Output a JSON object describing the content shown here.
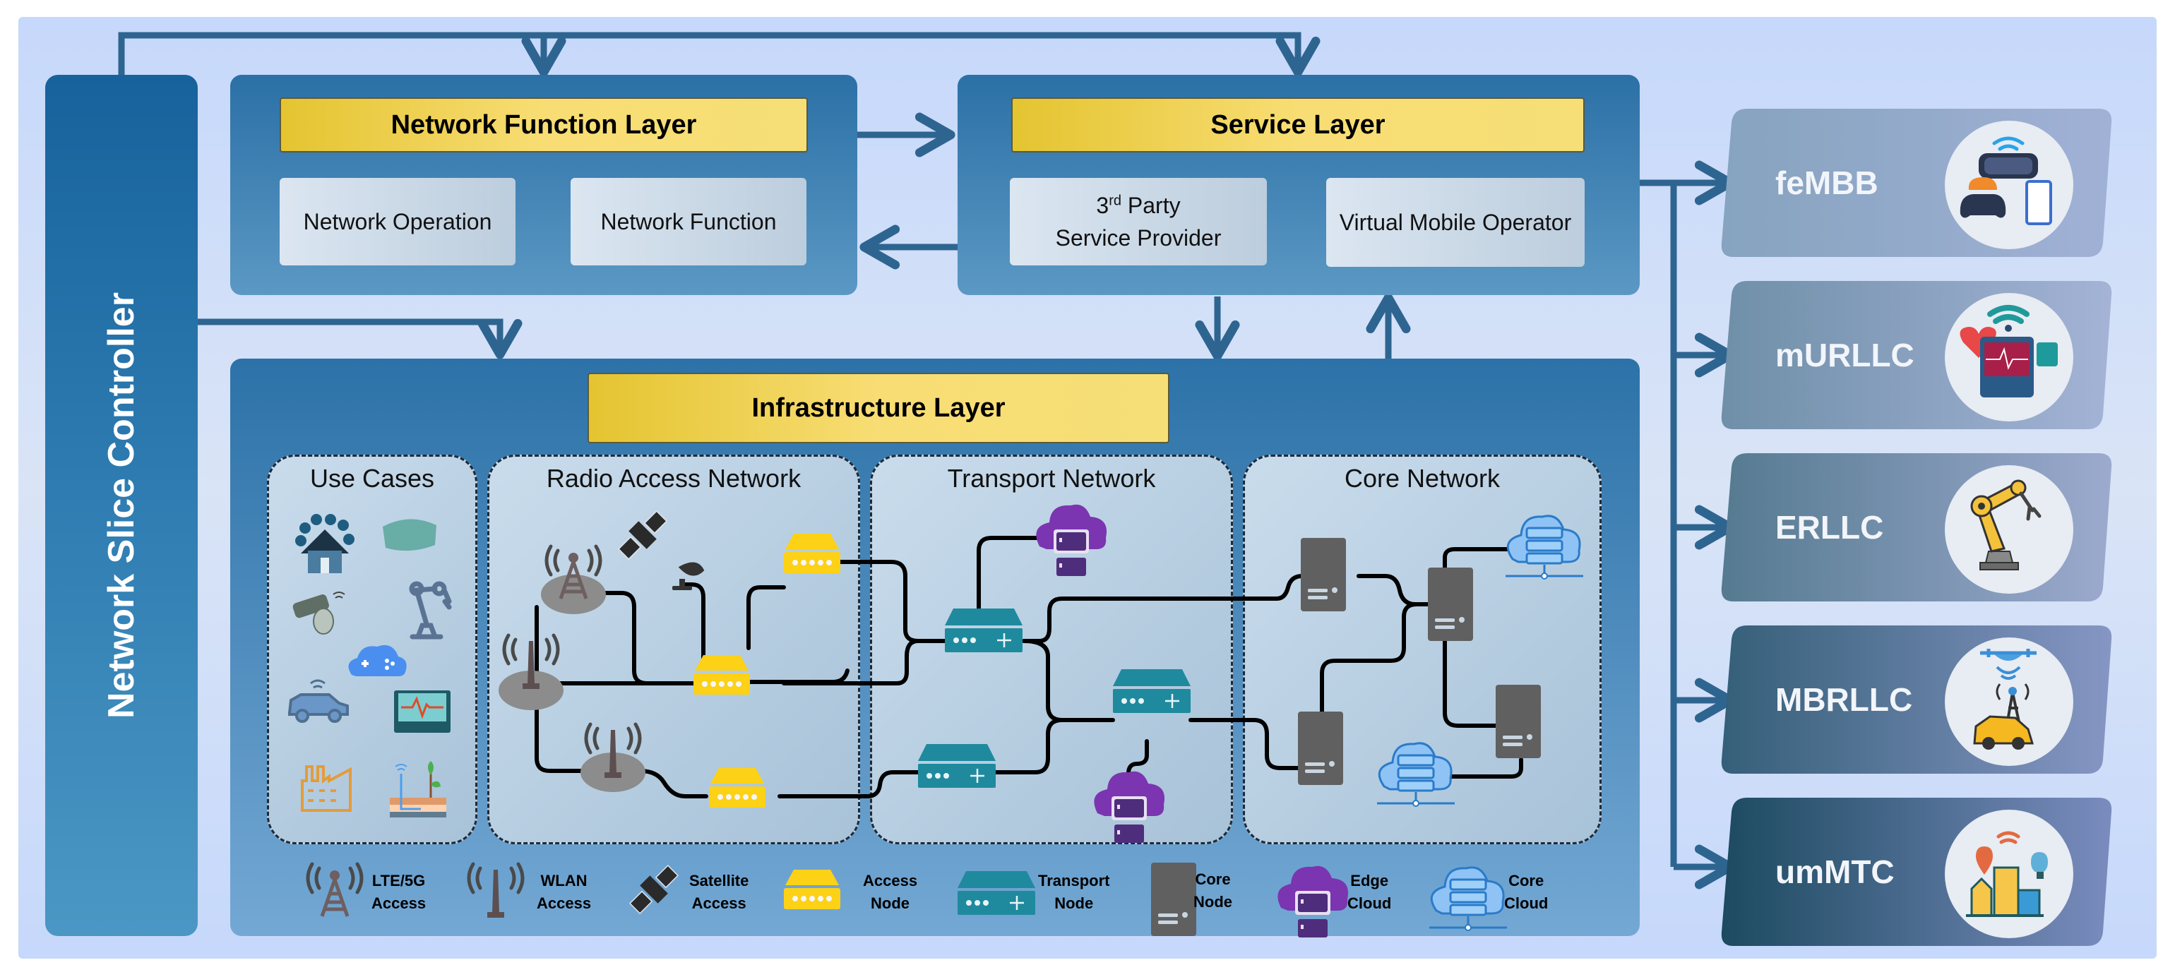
{
  "controller": {
    "label": "Network Slice Controller"
  },
  "network_function_layer": {
    "title": "Network Function Layer",
    "boxes": [
      {
        "label": "Network Operation"
      },
      {
        "label": "Network Function"
      }
    ]
  },
  "service_layer": {
    "title": "Service Layer",
    "boxes": [
      {
        "label_num": "3",
        "label_sup": "rd",
        "label_rest": " Party",
        "label_line2": "Service Provider"
      },
      {
        "label": "Virtual Mobile Operator"
      }
    ]
  },
  "infrastructure_layer": {
    "title": "Infrastructure Layer",
    "zones": [
      {
        "title": "Use Cases",
        "icons": [
          "smart-home-icon",
          "vr-headset-icon",
          "security-camera-icon",
          "robot-arm-icon",
          "cloud-gaming-icon",
          "connected-car-icon",
          "health-monitor-icon",
          "factory-icon",
          "smart-agriculture-icon"
        ]
      },
      {
        "title": "Radio Access Network"
      },
      {
        "title": "Transport Network"
      },
      {
        "title": "Core Network"
      }
    ]
  },
  "legend": [
    {
      "icon": "lte-5g-tower-icon",
      "line1": "LTE/5G",
      "line2": "Access"
    },
    {
      "icon": "wlan-antenna-icon",
      "line1": "WLAN",
      "line2": "Access"
    },
    {
      "icon": "satellite-icon",
      "line1": "Satellite",
      "line2": "Access"
    },
    {
      "icon": "access-node-icon",
      "line1": "Access",
      "line2": "Node"
    },
    {
      "icon": "transport-node-icon",
      "line1": "Transport",
      "line2": "Node"
    },
    {
      "icon": "core-node-icon",
      "line1": "Core",
      "line2": "Node"
    },
    {
      "icon": "edge-cloud-icon",
      "line1": "Edge",
      "line2": "Cloud"
    },
    {
      "icon": "core-cloud-icon",
      "line1": "Core",
      "line2": "Cloud"
    }
  ],
  "slices": [
    {
      "name": "feMBB",
      "icon": "vr-gaming-phone-icon",
      "color_left": "#86a3bf",
      "color_right": "#a1b1d6"
    },
    {
      "name": "mURLLC",
      "icon": "medical-monitor-icon",
      "color_left": "#6f8fa8",
      "color_right": "#a4b3d6"
    },
    {
      "name": "ERLLC",
      "icon": "industrial-robot-icon",
      "color_left": "#557a90",
      "color_right": "#9caace"
    },
    {
      "name": "MBRLLC",
      "icon": "drone-car-tower-icon",
      "color_left": "#355f78",
      "color_right": "#8696c4"
    },
    {
      "name": "umMTC",
      "icon": "smart-city-icon",
      "color_left": "#1c4a60",
      "color_right": "#7a8cbe"
    }
  ],
  "colors": {
    "arrow": "#2e6590",
    "gold_left": "#e4c430",
    "gold_right": "#f6df76",
    "access_node": "#fcd116",
    "transport_node": "#1f8a9e",
    "core_node": "#606060",
    "edge_cloud": "#7b35b0",
    "core_cloud": "#8fc3f5"
  }
}
